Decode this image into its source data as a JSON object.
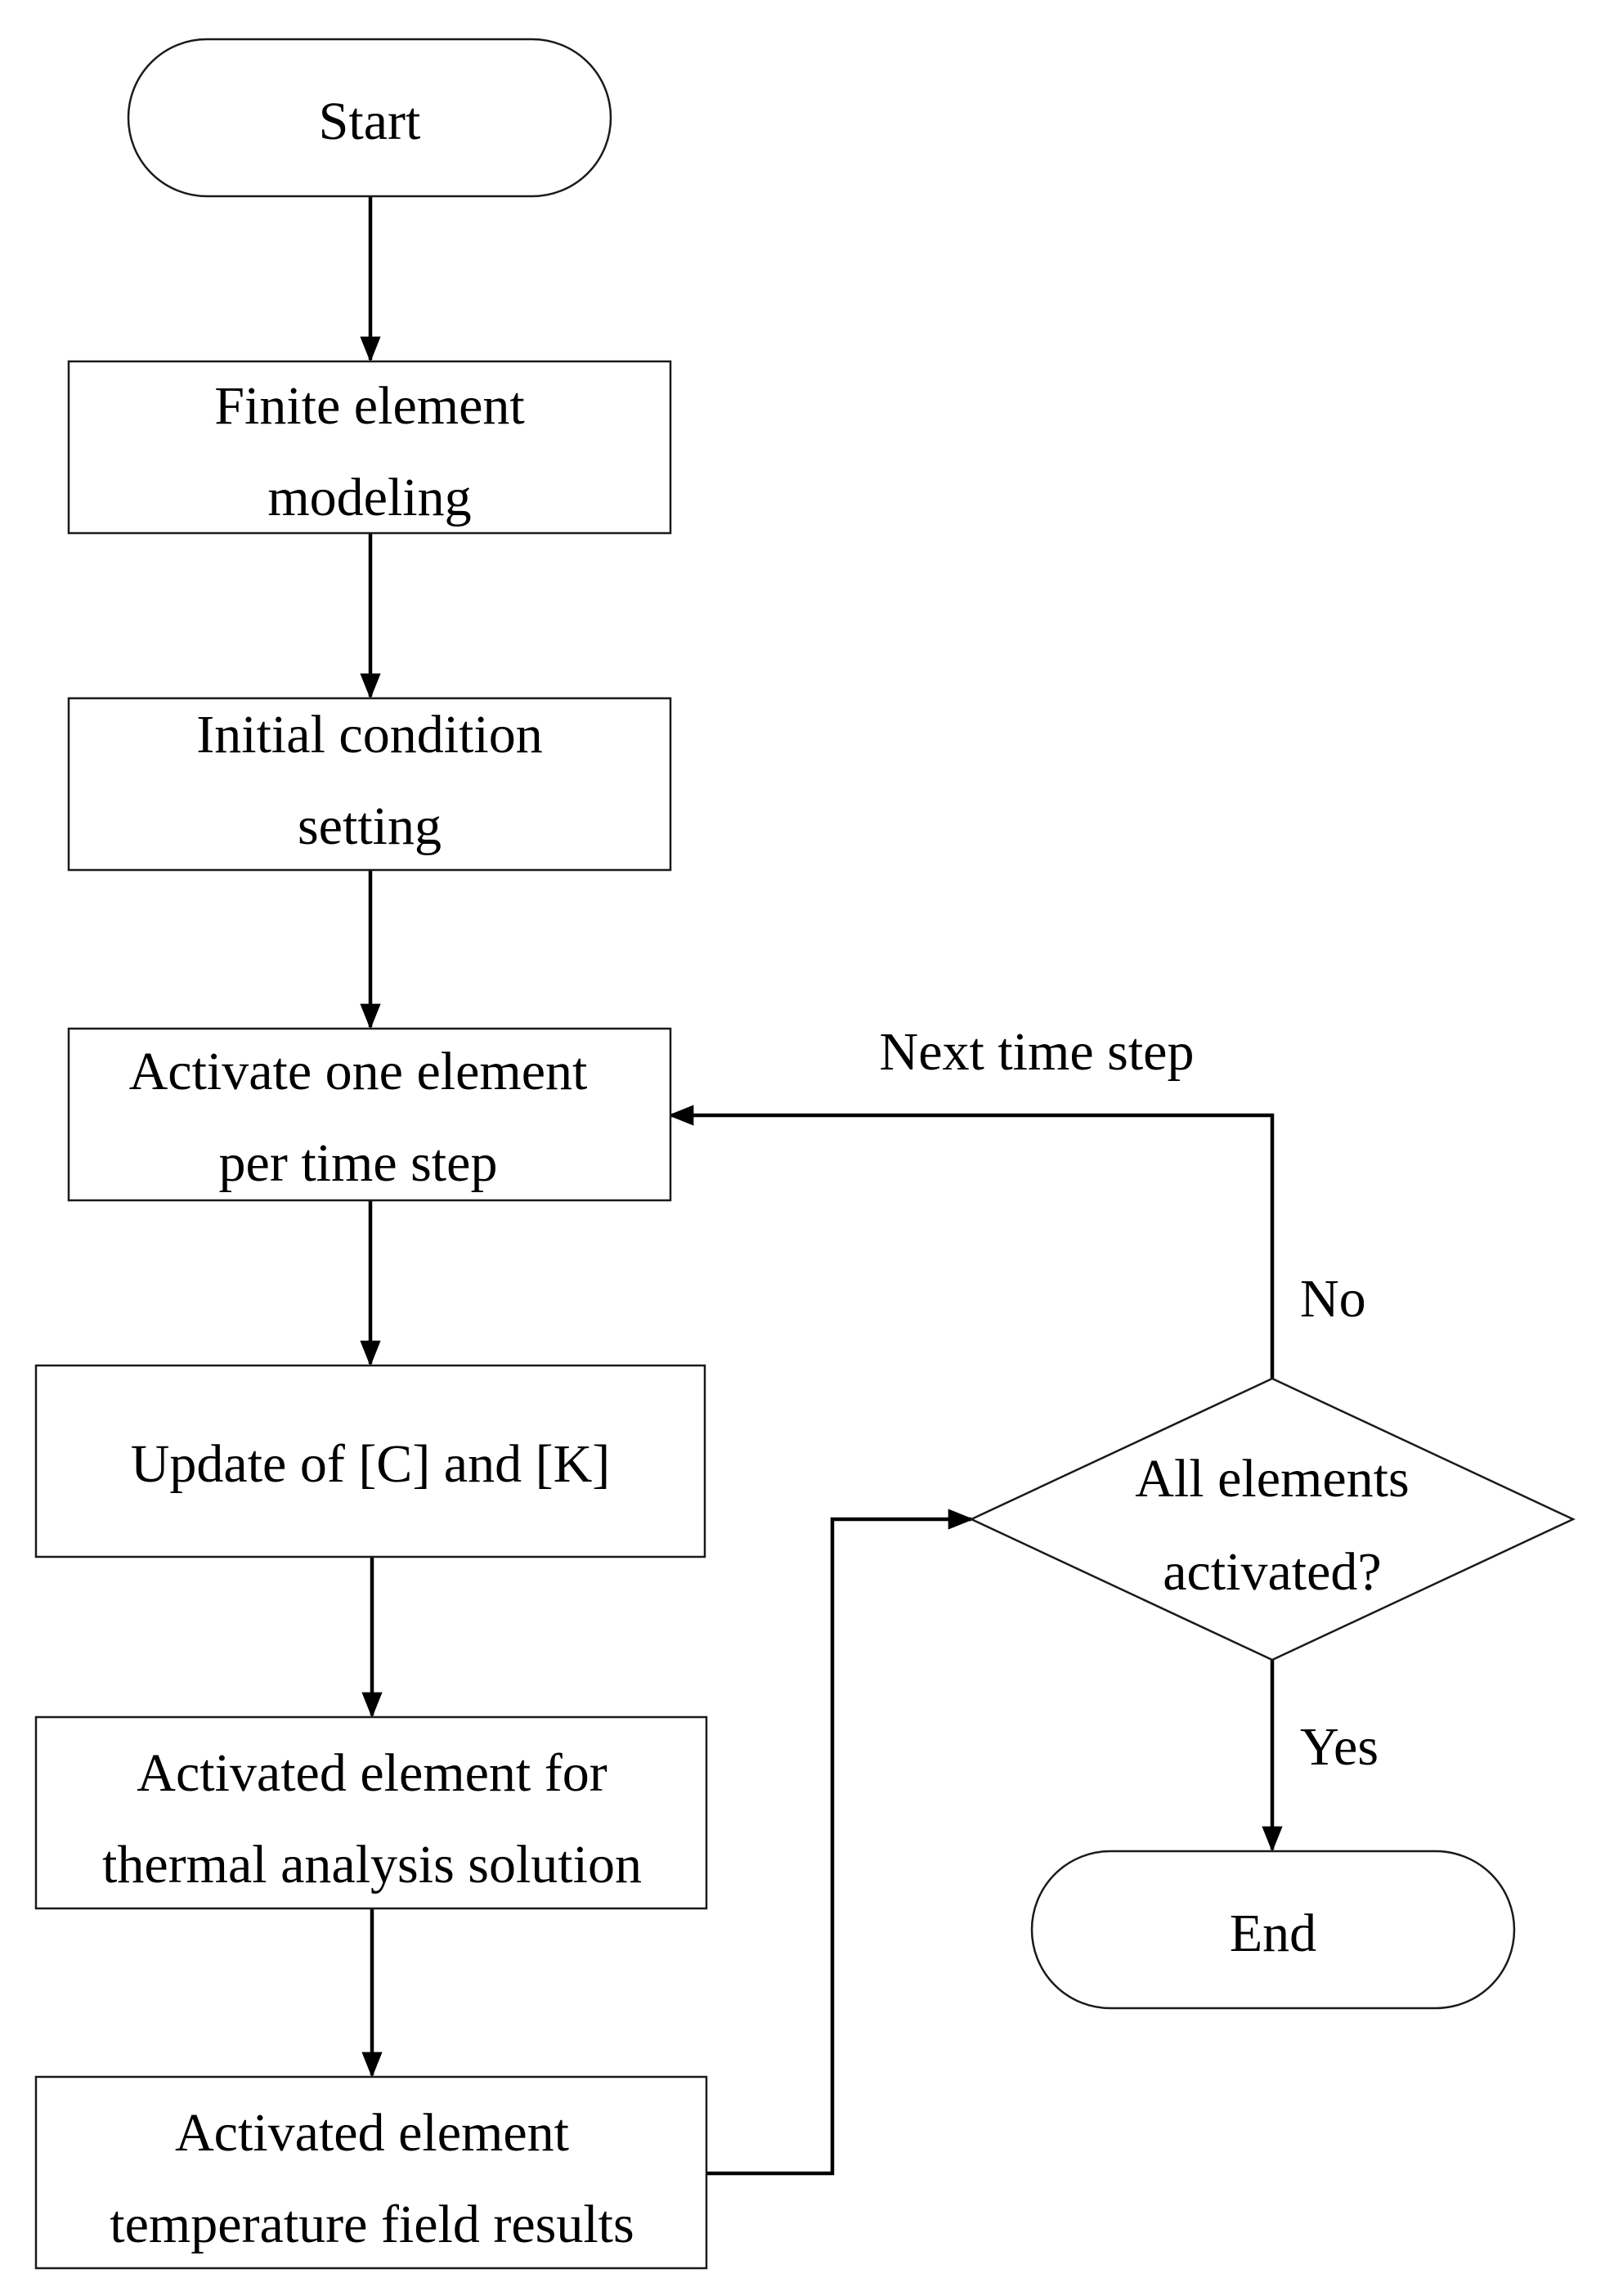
{
  "nodes": {
    "start": {
      "lines": [
        "Start"
      ]
    },
    "fe_modeling": {
      "lines": [
        "Finite element",
        "modeling"
      ]
    },
    "initial_condition": {
      "lines": [
        "Initial condition",
        "setting"
      ]
    },
    "activate_element": {
      "lines": [
        "Activate one element",
        "per time step"
      ]
    },
    "update_ck": {
      "lines": [
        "Update of [C] and [K]"
      ]
    },
    "thermal_solution": {
      "lines": [
        "Activated element for",
        "thermal analysis solution"
      ]
    },
    "temperature_results": {
      "lines": [
        "Activated element",
        "temperature field results"
      ]
    },
    "all_activated": {
      "lines": [
        "All elements",
        "activated?"
      ]
    },
    "end": {
      "lines": [
        "End"
      ]
    }
  },
  "edge_labels": {
    "next_time_step": "Next time step",
    "no": "No",
    "yes": "Yes"
  }
}
